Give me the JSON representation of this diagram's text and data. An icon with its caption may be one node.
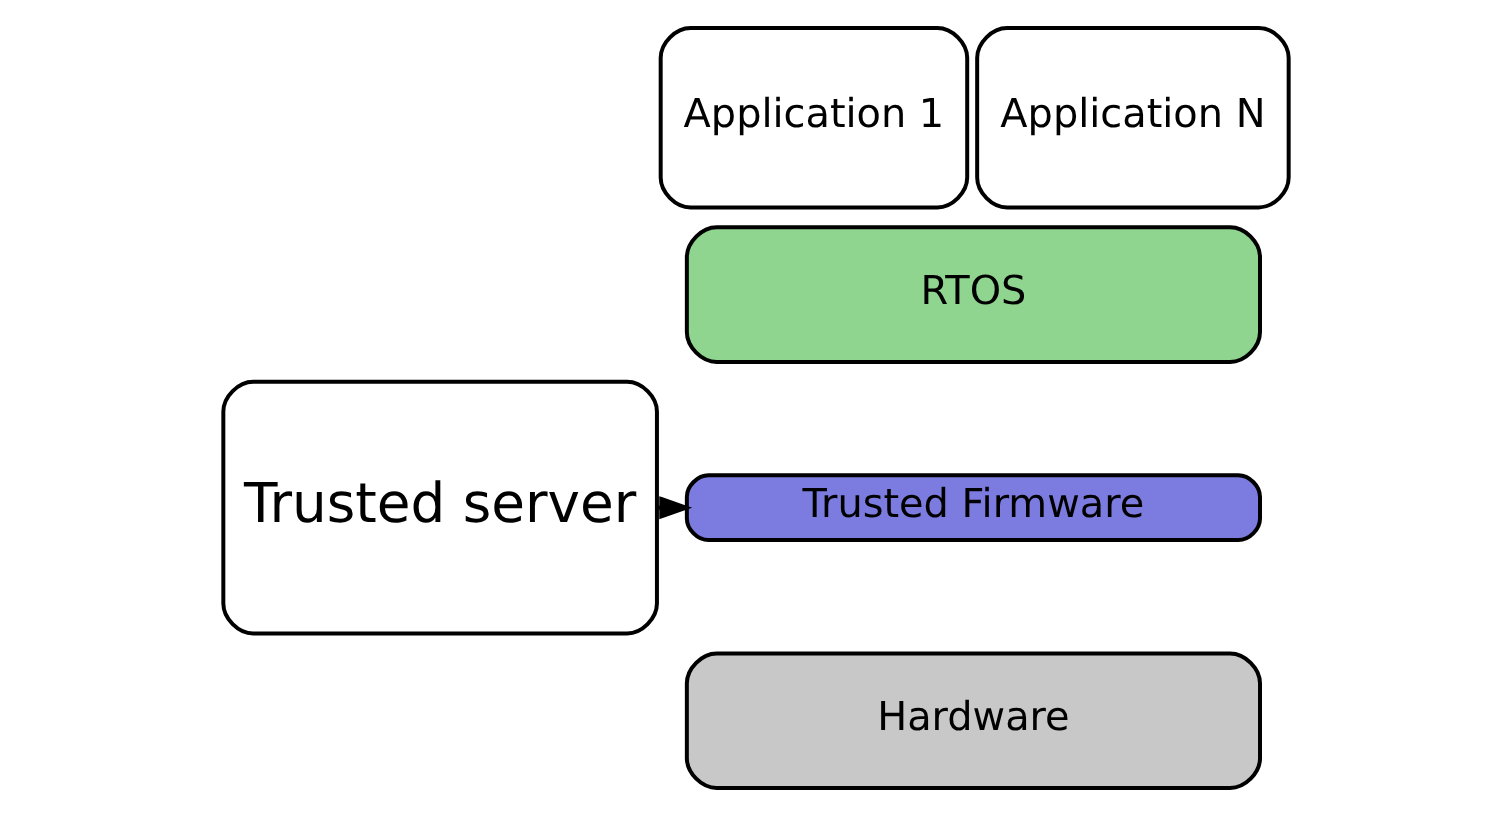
{
  "diagram": {
    "nodes": [
      {
        "text": [
          "Application 1"
        ]
      },
      {
        "text": [
          "Application N"
        ]
      },
      {
        "text": [
          "RTOS"
        ]
      },
      {
        "text": [
          "Trusted Firmware"
        ]
      },
      {
        "text": [
          "Hardware"
        ]
      },
      {
        "text": [
          "Trusted server"
        ]
      }
    ],
    "edges": [
      {
        "from": 5,
        "to": 3,
        "arrow": "to"
      }
    ]
  }
}
